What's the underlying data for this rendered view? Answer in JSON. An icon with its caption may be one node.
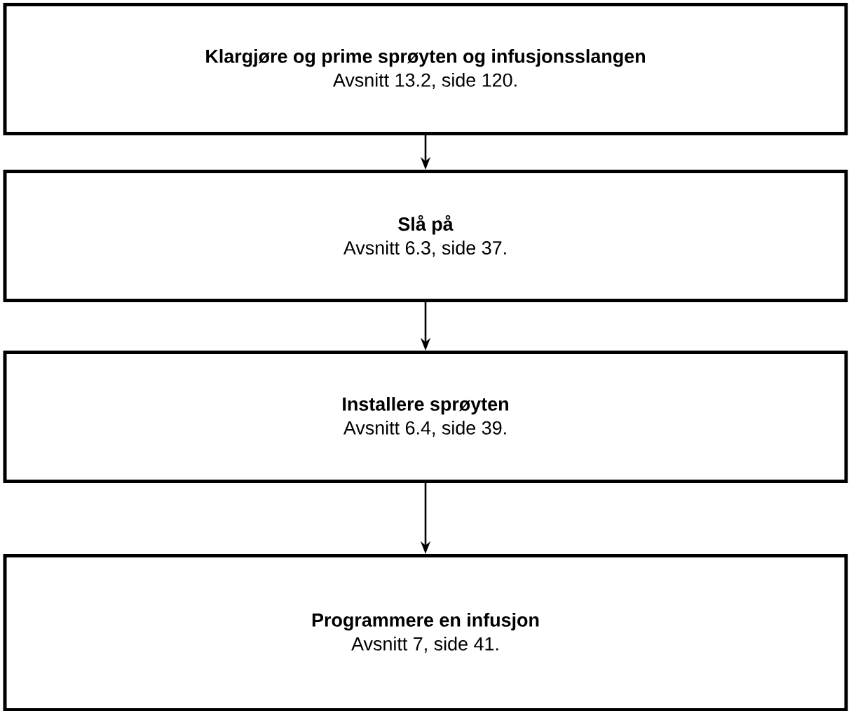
{
  "diagram": {
    "nodes": [
      {
        "text": [
          "Klargjøre og prime sprøyten og infusjonsslangen",
          "Avsnitt 13.2, side 120."
        ]
      },
      {
        "text": [
          "Slå på",
          "Avsnitt 6.3, side 37."
        ]
      },
      {
        "text": [
          "Installere sprøyten",
          "Avsnitt 6.4, side 39."
        ]
      },
      {
        "text": [
          "Programmere en infusjon",
          "Avsnitt 7, side 41."
        ]
      }
    ],
    "edges": [
      {
        "from": 0,
        "to": 1,
        "arrow": "to"
      },
      {
        "from": 1,
        "to": 2,
        "arrow": "to"
      },
      {
        "from": 2,
        "to": 3,
        "arrow": "to"
      }
    ]
  }
}
